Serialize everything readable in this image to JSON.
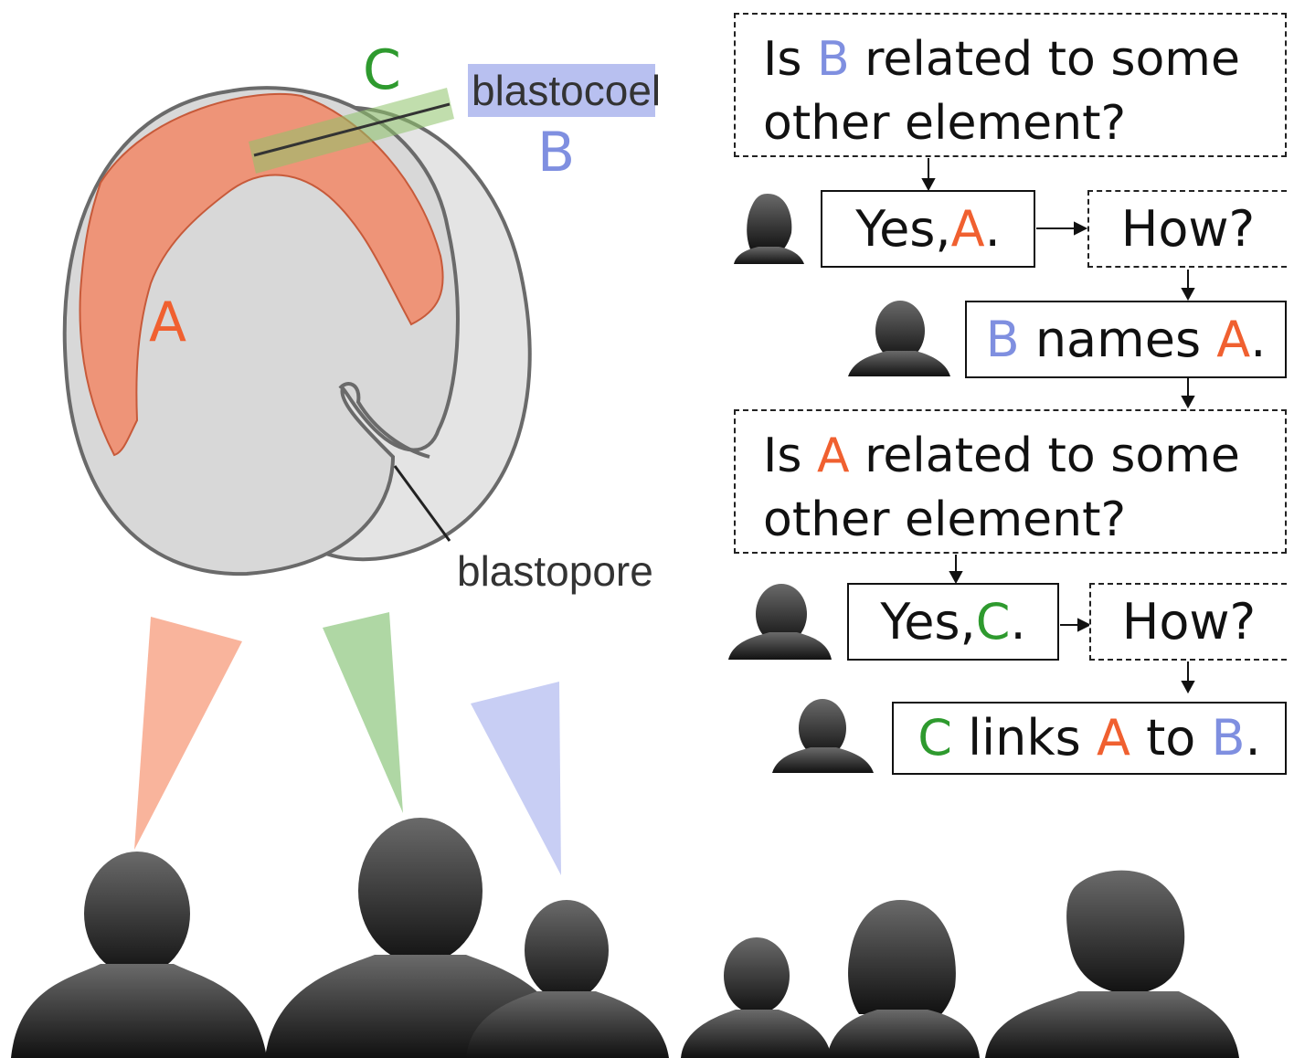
{
  "figure": {
    "labels": {
      "blastocoel": "blastocoel",
      "blastopore": "blastopore",
      "letter_a": "A",
      "letter_b": "B",
      "letter_c": "C"
    },
    "colors": {
      "a": "#f06030",
      "b": "#7f8fe0",
      "c": "#2e9a2e"
    }
  },
  "dialogue": {
    "q1": {
      "pre": "Is ",
      "var": "B",
      "post": " related to some other element?"
    },
    "a1": {
      "pre": "Yes, ",
      "var": "A",
      "post": "."
    },
    "how1": "How?",
    "a2": {
      "v1": "B",
      "mid": " names ",
      "v2": "A",
      "post": "."
    },
    "q2": {
      "pre": "Is ",
      "var": "A",
      "post": " related to some other element?"
    },
    "a3": {
      "pre": "Yes, ",
      "var": "C",
      "post": "."
    },
    "how2": "How?",
    "a4": {
      "v1": "C",
      "mid1": " links ",
      "v2": "A",
      "mid2": " to ",
      "v3": "B",
      "post": "."
    }
  }
}
